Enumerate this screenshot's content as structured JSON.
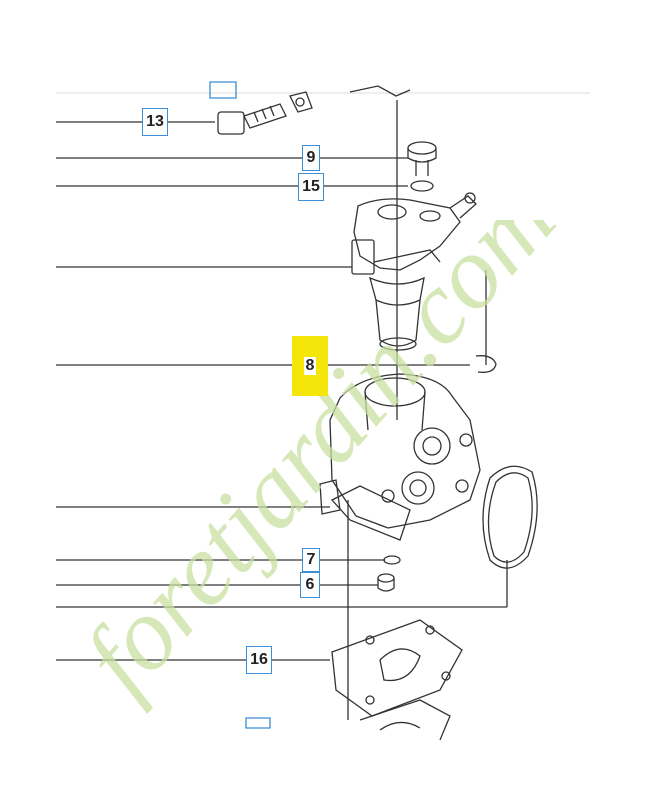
{
  "callouts": {
    "c13": "13",
    "c9": "9",
    "c15": "15",
    "c8": "8",
    "c7": "7",
    "c6": "6",
    "c16": "16"
  },
  "watermark": {
    "text": "foretjardin.com",
    "color": "#c8dfa0",
    "accent": "#f2b38a"
  },
  "colors": {
    "callout_border": "#3a8fd6",
    "highlight": "#f4e60a",
    "line": "#333333"
  }
}
